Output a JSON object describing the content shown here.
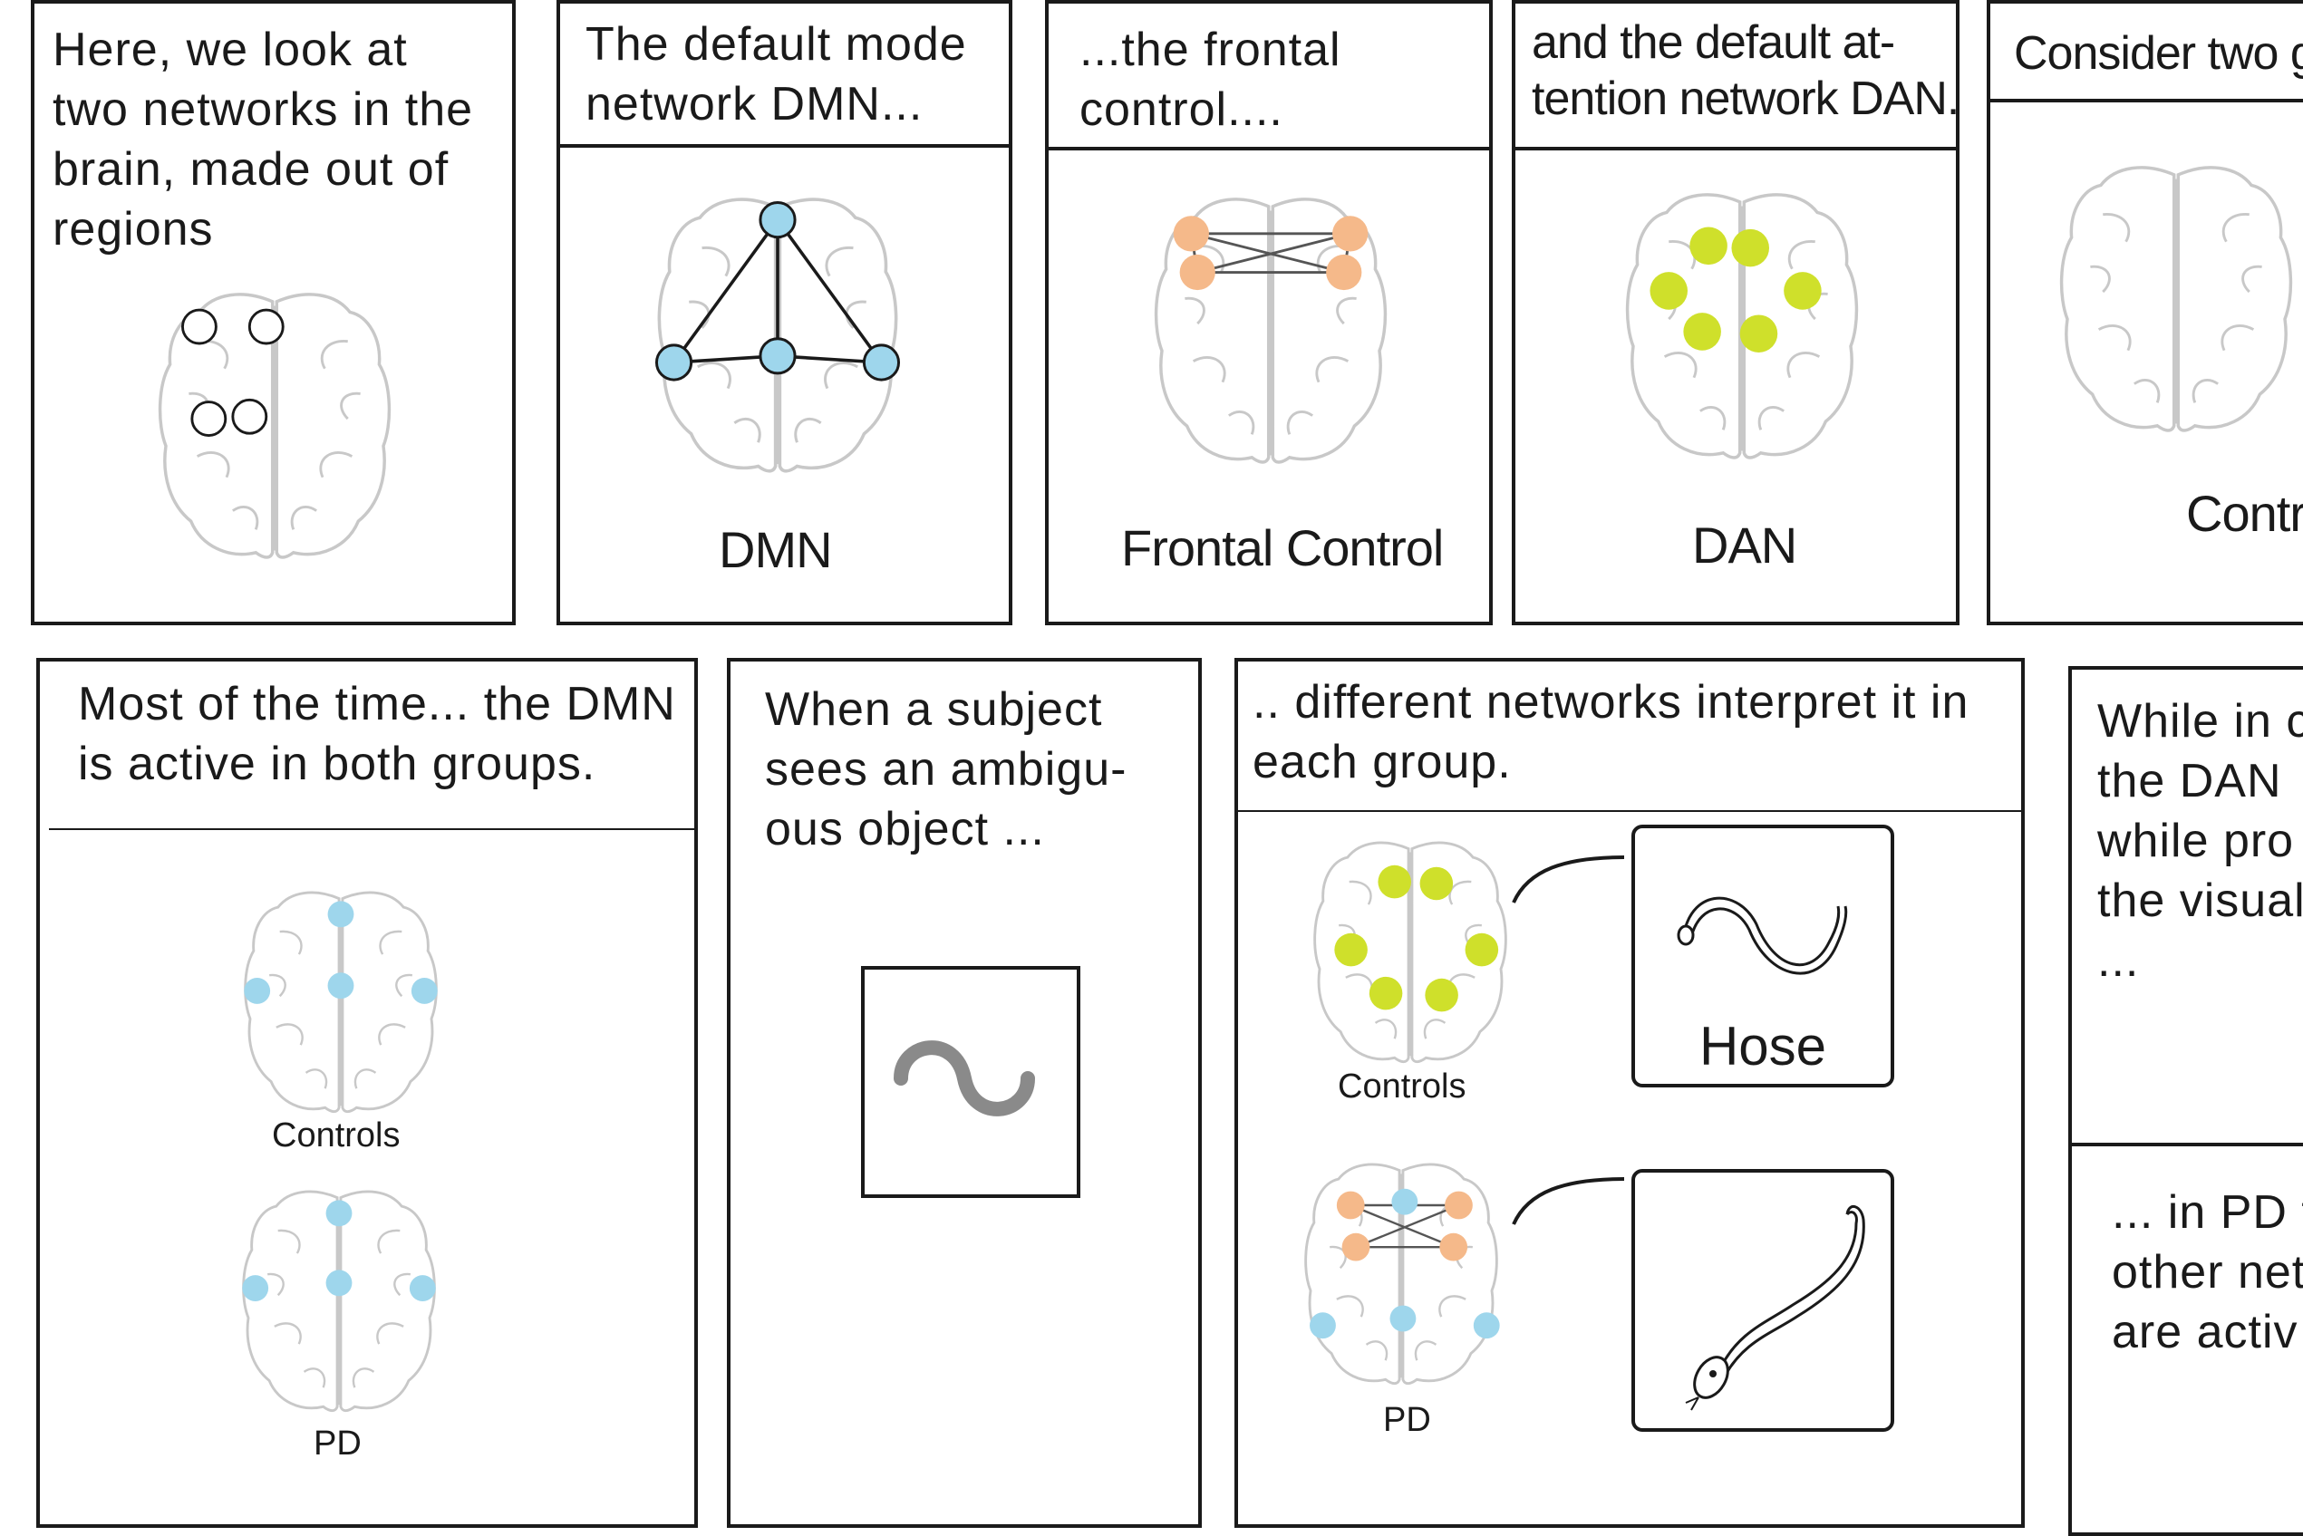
{
  "panels": {
    "intro": {
      "lines": [
        "Here, we look at",
        "two networks in the",
        "brain, made out of",
        "regions"
      ]
    },
    "dmn": {
      "lines": [
        "The default mode",
        "network DMN..."
      ],
      "label": "DMN"
    },
    "frontal": {
      "lines": [
        "...the frontal",
        "control...."
      ],
      "label": "Frontal Control"
    },
    "dan": {
      "lines": [
        "and the default at-",
        "tention network DAN."
      ],
      "label": "DAN"
    },
    "consider": {
      "lines": [
        "Consider two g"
      ],
      "label": "Contro"
    },
    "most": {
      "lines": [
        "Most of the time... the DMN",
        "is active in both groups."
      ],
      "label_controls": "Controls",
      "label_pd": "PD"
    },
    "ambiguous": {
      "lines": [
        "When a subject",
        "sees an ambigu-",
        "ous object ..."
      ]
    },
    "interpret": {
      "lines": [
        ".. different networks interpret it in",
        "each group."
      ],
      "label_controls": "Controls",
      "label_pd": "PD",
      "hose_label": "Hose"
    },
    "while": {
      "lines": [
        "While in c",
        "the DAN",
        "while pro",
        "the visual",
        "..."
      ],
      "lines2": [
        "... in PD t",
        "other net",
        "are activ"
      ]
    }
  },
  "colors": {
    "dmn_blue": "#9ed6ec",
    "frontal_orange": "#f5b98a",
    "dan_yellow": "#cfe02b",
    "brain_outline": "#c8c8c8",
    "ink": "#1a1a1a"
  }
}
